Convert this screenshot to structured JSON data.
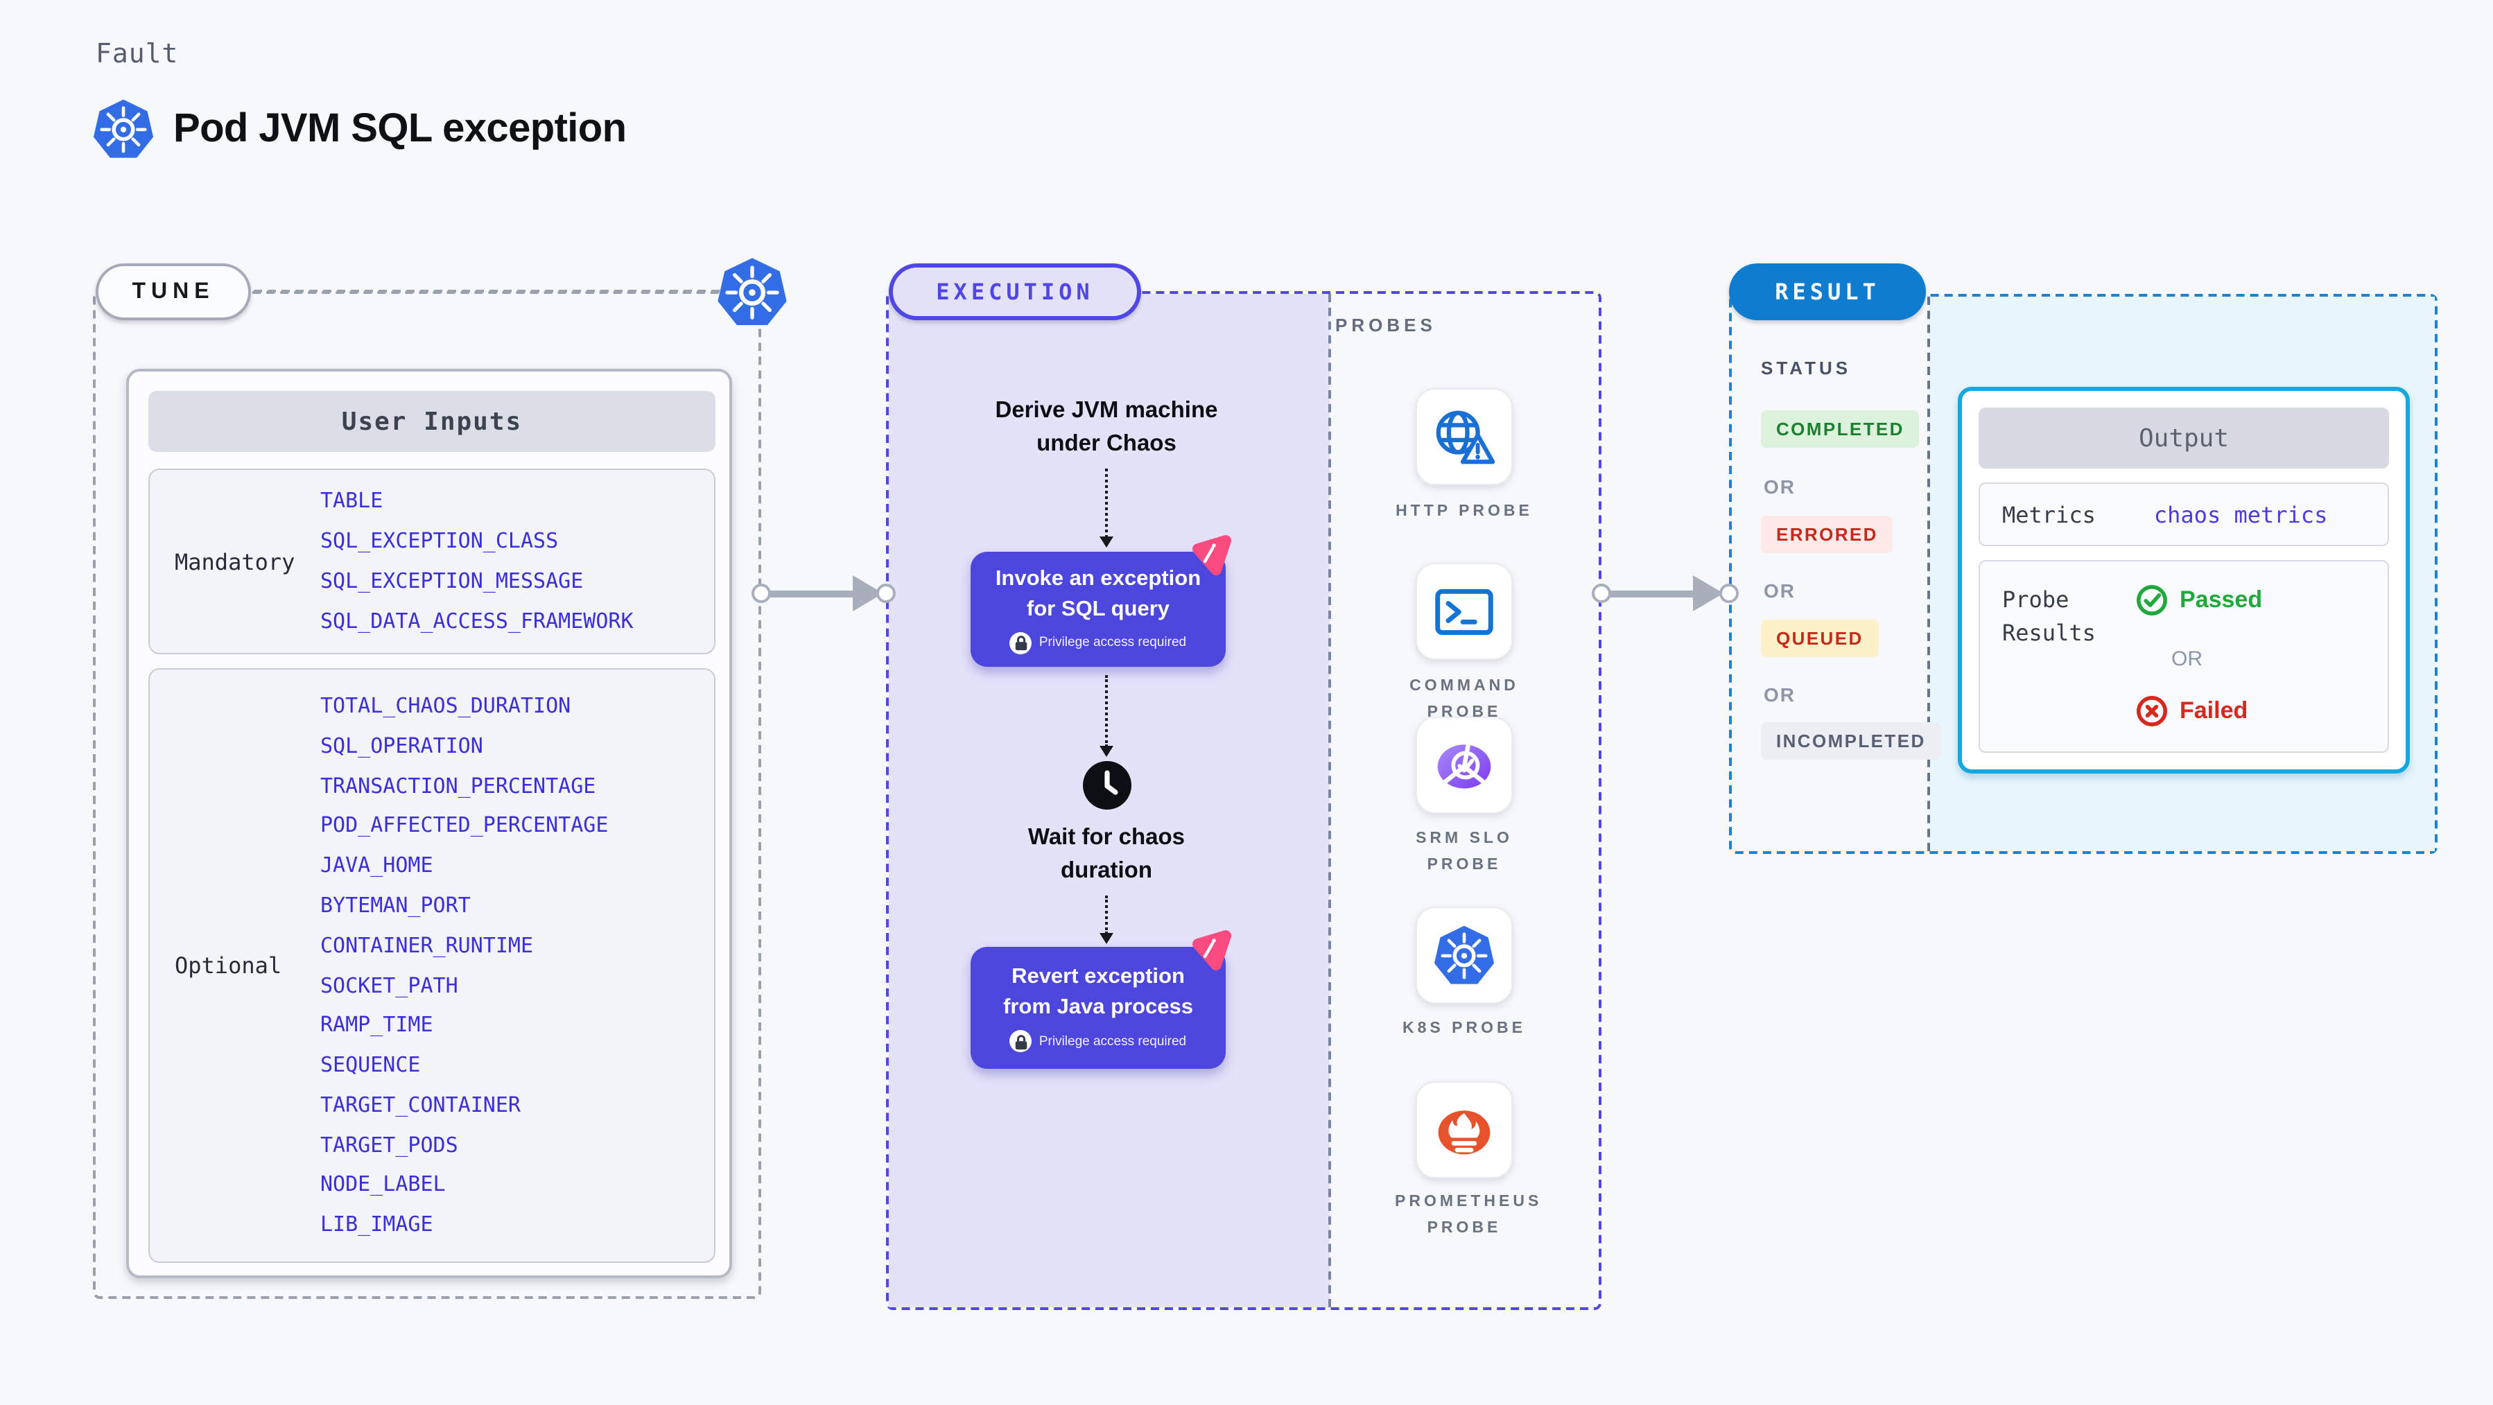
{
  "header": {
    "eyebrow": "Fault",
    "title": "Pod JVM SQL exception",
    "title_icon": "kubernetes-icon"
  },
  "tune": {
    "label": "TUNE",
    "corner_icon": "kubernetes-icon",
    "user_inputs": {
      "header": "User Inputs",
      "groups": [
        {
          "label": "Mandatory",
          "params": [
            "TABLE",
            "SQL_EXCEPTION_CLASS",
            "SQL_EXCEPTION_MESSAGE",
            "SQL_DATA_ACCESS_FRAMEWORK"
          ]
        },
        {
          "label": "Optional",
          "params": [
            "TOTAL_CHAOS_DURATION",
            "SQL_OPERATION",
            "TRANSACTION_PERCENTAGE",
            "POD_AFFECTED_PERCENTAGE",
            "JAVA_HOME",
            "BYTEMAN_PORT",
            "CONTAINER_RUNTIME",
            "SOCKET_PATH",
            "RAMP_TIME",
            "SEQUENCE",
            "TARGET_CONTAINER",
            "TARGET_PODS",
            "NODE_LABEL",
            "LIB_IMAGE"
          ]
        }
      ]
    }
  },
  "execution": {
    "label": "EXECUTION",
    "derive": {
      "line1": "Derive JVM machine",
      "line2": "under Chaos"
    },
    "invoke": {
      "line1": "Invoke an exception",
      "line2": "for SQL query",
      "note": "Privilege access required",
      "badge_icon": "chaos-step-icon",
      "note_icon": "lock-icon"
    },
    "wait": {
      "line1": "Wait for chaos",
      "line2": "duration",
      "icon": "clock-icon"
    },
    "revert": {
      "line1": "Revert exception",
      "line2": "from Java process",
      "note": "Privilege access required",
      "badge_icon": "chaos-step-icon",
      "note_icon": "lock-icon"
    }
  },
  "probes": {
    "label": "PROBES",
    "items": [
      {
        "label": "HTTP PROBE",
        "icon": "globe-alert-icon"
      },
      {
        "label": "COMMAND PROBE",
        "icon": "terminal-icon"
      },
      {
        "label": "SRM SLO PROBE",
        "icon": "slo-gauge-icon"
      },
      {
        "label": "K8S PROBE",
        "icon": "kubernetes-icon"
      },
      {
        "label": "PROMETHEUS PROBE",
        "icon": "prometheus-icon"
      }
    ]
  },
  "result": {
    "label": "RESULT",
    "status": {
      "heading": "STATUS",
      "separator": "OR",
      "badges": [
        {
          "label": "COMPLETED",
          "bg": "#dcf2dd",
          "color": "#1d8030"
        },
        {
          "label": "ERRORED",
          "bg": "#fdeae8",
          "color": "#c6281a"
        },
        {
          "label": "QUEUED",
          "bg": "#fdf1c9",
          "color": "#c6281a"
        },
        {
          "label": "INCOMPLETED",
          "bg": "#eceef4",
          "color": "#585f73"
        }
      ]
    },
    "output": {
      "header": "Output",
      "metrics_label": "Metrics",
      "metrics_value": "chaos metrics",
      "probe_results_label": "Probe Results",
      "passed": "Passed",
      "or": "OR",
      "failed": "Failed",
      "passed_color": "#1fa83c",
      "failed_color": "#d8281c"
    }
  },
  "colors": {
    "page_bg": "#f7f8fb",
    "param_blue": "#3b2fd9",
    "execution_accent": "#4f46e5",
    "execution_fill": "#e4e2f9",
    "step_card": "#4c46dd",
    "chaos_pink": "#fa4b80",
    "result_accent": "#1584d6",
    "result_fill": "#e8f5fc",
    "output_border": "#14a7e0",
    "kubernetes_blue": "#326de6",
    "prometheus_orange": "#e6522c",
    "arrow_gray": "#a9aebc"
  }
}
